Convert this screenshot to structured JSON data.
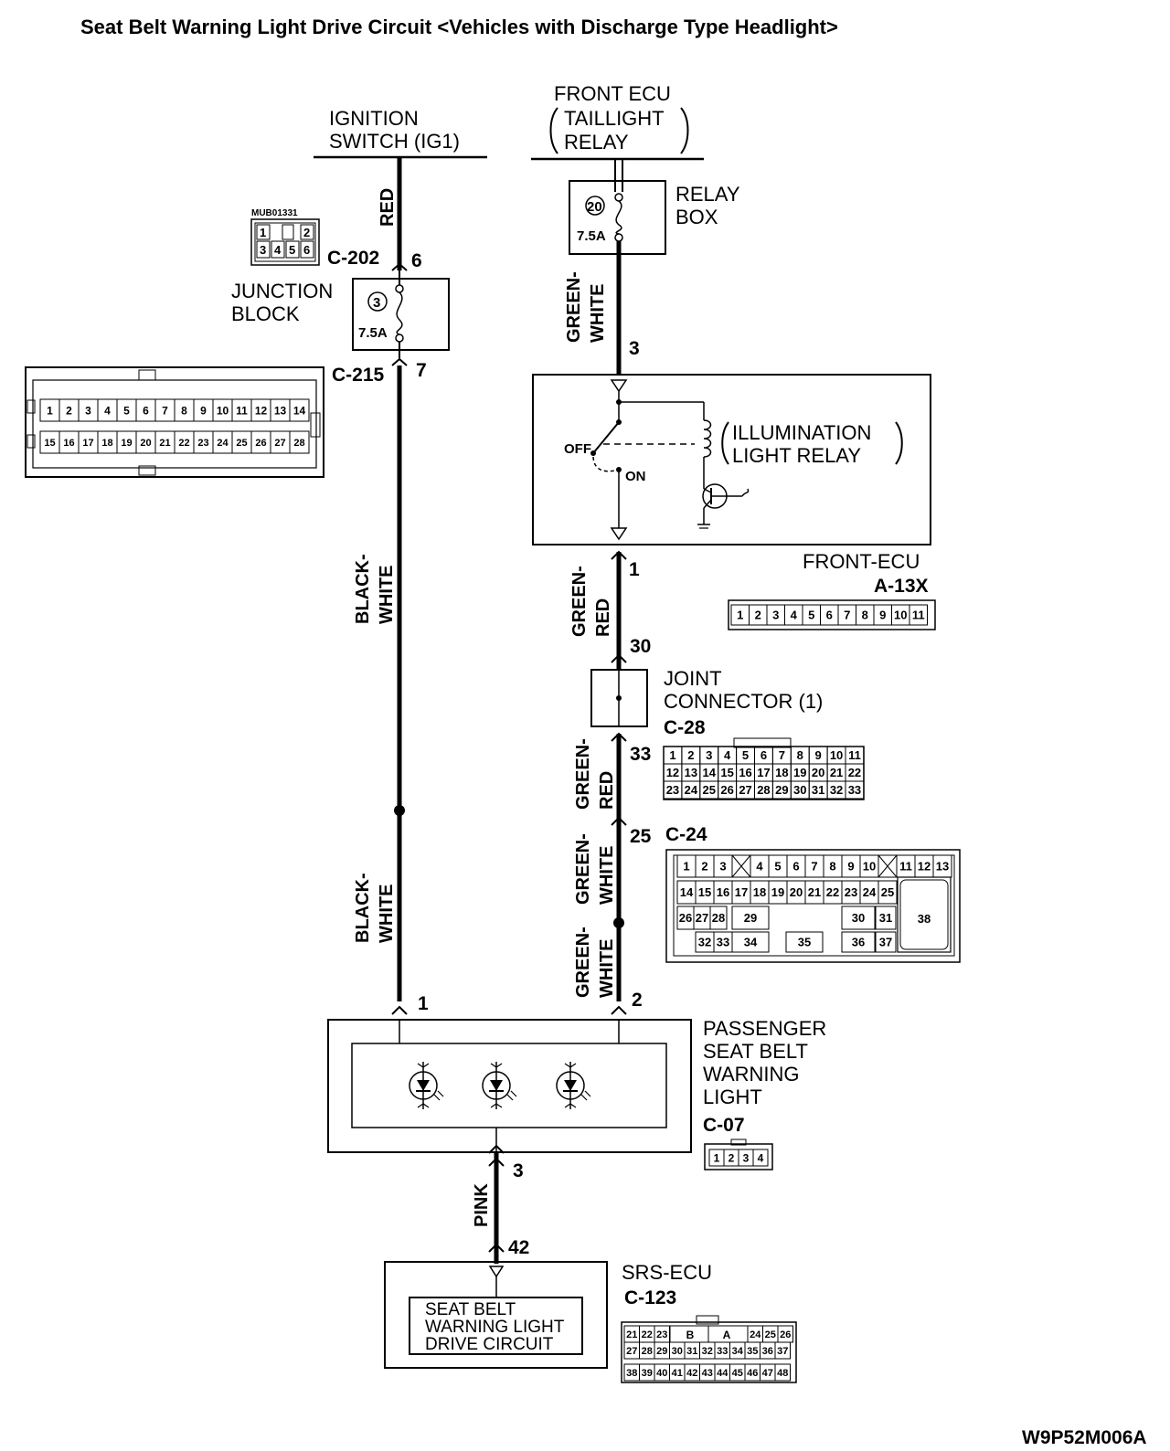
{
  "title": "Seat Belt Warning Light Drive Circuit <Vehicles with Discharge Type Headlight>",
  "ignition": {
    "line1": "IGNITION",
    "line2": "SWITCH (IG1)"
  },
  "front_ecu_top": {
    "line1": "FRONT ECU",
    "line2": "TAILLIGHT",
    "line3": "RELAY"
  },
  "relay_box": {
    "line1": "RELAY",
    "line2": "BOX",
    "fuse_no": "20",
    "fuse_rating": "7.5A"
  },
  "junction_block": {
    "line1": "JUNCTION",
    "line2": "BLOCK",
    "fuse_no": "3",
    "fuse_rating": "7.5A"
  },
  "illumination_relay": {
    "line1": "ILLUMINATION",
    "line2": "LIGHT RELAY",
    "off": "OFF",
    "on": "ON"
  },
  "front_ecu": {
    "line1": "FRONT-ECU",
    "code": "A-13X"
  },
  "joint_connector": {
    "line1": "JOINT",
    "line2": "CONNECTOR (1)",
    "code": "C-28"
  },
  "warning_light": {
    "line1": "PASSENGER",
    "line2": "SEAT BELT",
    "line3": "WARNING",
    "line4": "LIGHT",
    "code": "C-07"
  },
  "srs_ecu": {
    "line1": "SRS-ECU",
    "code": "C-123",
    "inner1": "SEAT BELT",
    "inner2": "WARNING LIGHT",
    "inner3": "DRIVE CIRCUIT",
    "pin_b": "B",
    "pin_a": "A"
  },
  "connectors": {
    "c202": "C-202",
    "c215": "C-215",
    "c24": "C-24",
    "mub": "MUB01331",
    "c202_pins_top": [
      "1",
      "2"
    ],
    "c202_pins_bottom": [
      "3",
      "4",
      "5",
      "6"
    ],
    "c215_row1": [
      "1",
      "2",
      "3",
      "4",
      "5",
      "6",
      "7",
      "8",
      "9",
      "10",
      "11",
      "12",
      "13",
      "14"
    ],
    "c215_row2": [
      "15",
      "16",
      "17",
      "18",
      "19",
      "20",
      "21",
      "22",
      "23",
      "24",
      "25",
      "26",
      "27",
      "28"
    ],
    "a13x_pins": [
      "1",
      "2",
      "3",
      "4",
      "5",
      "6",
      "7",
      "8",
      "9",
      "10",
      "11"
    ],
    "c28_row1": [
      "1",
      "2",
      "3",
      "4",
      "5",
      "6",
      "7",
      "8",
      "9",
      "10",
      "11"
    ],
    "c28_row2": [
      "12",
      "13",
      "14",
      "15",
      "16",
      "17",
      "18",
      "19",
      "20",
      "21",
      "22"
    ],
    "c28_row3": [
      "23",
      "24",
      "25",
      "26",
      "27",
      "28",
      "29",
      "30",
      "31",
      "32",
      "33"
    ],
    "c24_row1": [
      "1",
      "2",
      "3",
      "4",
      "5",
      "6",
      "7",
      "8",
      "9",
      "10",
      "11",
      "12",
      "13"
    ],
    "c24_row2": [
      "14",
      "15",
      "16",
      "17",
      "18",
      "19",
      "20",
      "21",
      "22",
      "23",
      "24",
      "25"
    ],
    "c24_row3": [
      "26",
      "27",
      "28",
      "29",
      "30",
      "31"
    ],
    "c24_row4": [
      "32",
      "33",
      "34",
      "35",
      "36",
      "37"
    ],
    "c24_big": "38",
    "c07_pins": [
      "1",
      "2",
      "3",
      "4"
    ],
    "c123_row1a": [
      "21",
      "22",
      "23"
    ],
    "c123_row1b": [
      "24",
      "25",
      "26"
    ],
    "c123_row2": [
      "27",
      "28",
      "29",
      "30",
      "31",
      "32",
      "33",
      "34",
      "35",
      "36",
      "37"
    ],
    "c123_row3": [
      "38",
      "39",
      "40",
      "41",
      "42",
      "43",
      "44",
      "45",
      "46",
      "47",
      "48"
    ]
  },
  "wires": {
    "red": "RED",
    "black_white_1": "BLACK-",
    "black_white_2": "WHITE",
    "green_white_1": "GREEN-",
    "green_white_2": "WHITE",
    "green_red_1": "GREEN-",
    "green_red_2": "RED",
    "pink": "PINK"
  },
  "pins": {
    "p6": "6",
    "p7": "7",
    "p3_top": "3",
    "p1_ecu": "1",
    "p30": "30",
    "p33": "33",
    "p25": "25",
    "p1_light": "1",
    "p2_light": "2",
    "p3_light": "3",
    "p42": "42"
  },
  "figure_code": "W9P52M006A"
}
